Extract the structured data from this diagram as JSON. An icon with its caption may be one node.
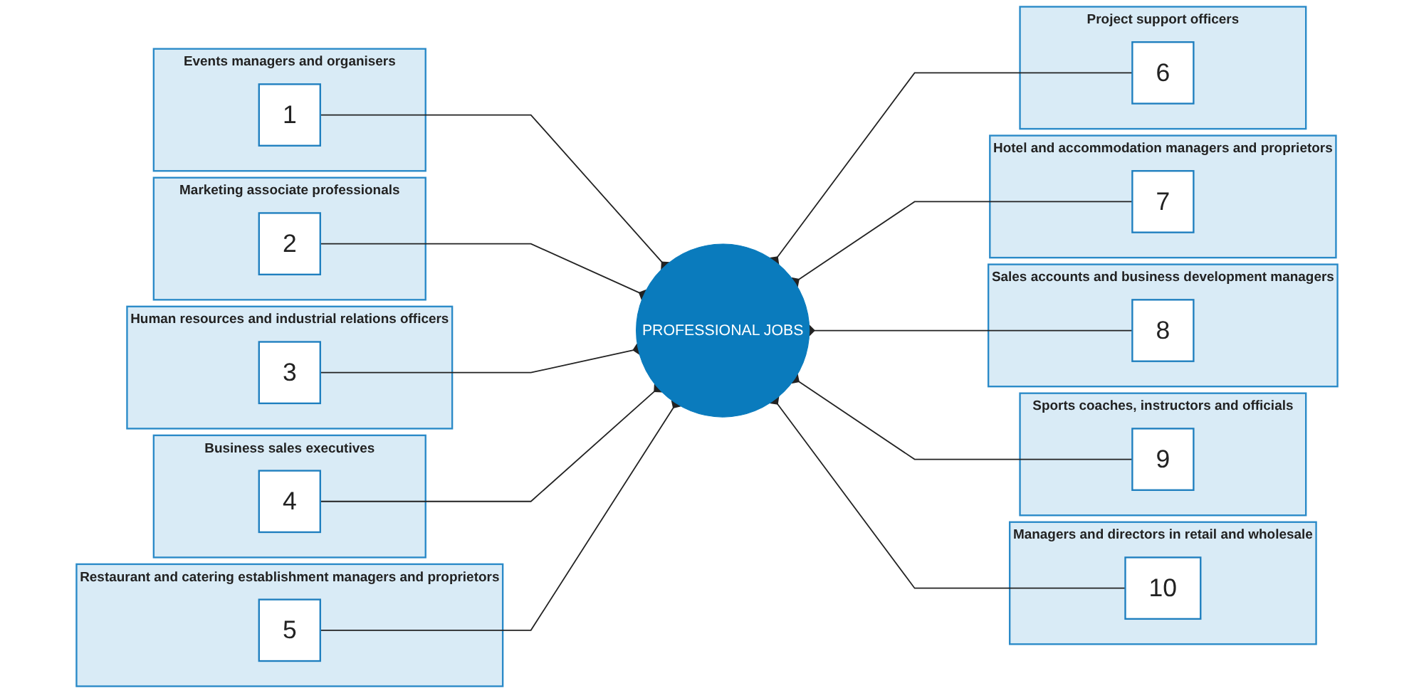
{
  "diagram": {
    "nodes": [
      {
        "text": [
          "Events managers and organisers"
        ]
      },
      {
        "text": [
          "1"
        ],
        "in": 0
      },
      {
        "text": [
          "Marketing associate professionals"
        ]
      },
      {
        "text": [
          "2"
        ],
        "in": 2
      },
      {
        "text": [
          "Human resources and industrial relations officers"
        ]
      },
      {
        "text": [
          "3"
        ],
        "in": 4
      },
      {
        "text": [
          "Business sales executives"
        ]
      },
      {
        "text": [
          "4"
        ],
        "in": 6
      },
      {
        "text": [
          "Restaurant and catering establishment managers and proprietors"
        ]
      },
      {
        "text": [
          "5"
        ],
        "in": 8
      },
      {
        "text": [
          "PROFESSIONAL JOBS"
        ]
      },
      {
        "text": [
          "Project support officers"
        ]
      },
      {
        "text": [
          "6"
        ],
        "in": 11
      },
      {
        "text": [
          "Hotel and accommodation managers and proprietors"
        ]
      },
      {
        "text": [
          "7"
        ],
        "in": 13
      },
      {
        "text": [
          "Sales accounts and business development managers"
        ]
      },
      {
        "text": [
          "8"
        ],
        "in": 15
      },
      {
        "text": [
          "Sports coaches, instructors and officials"
        ]
      },
      {
        "text": [
          "9"
        ],
        "in": 17
      },
      {
        "text": [
          "Managers and directors in retail and wholesale"
        ]
      },
      {
        "text": [
          "10"
        ],
        "in": 19
      }
    ],
    "edges": [
      {
        "from": 1,
        "to": 10,
        "arrow": "other"
      },
      {
        "from": 3,
        "to": 10,
        "arrow": "other"
      },
      {
        "from": 5,
        "to": 10,
        "arrow": "other"
      },
      {
        "from": 7,
        "to": 10,
        "arrow": "other"
      },
      {
        "from": 9,
        "to": 10,
        "arrow": "other"
      },
      {
        "from": 12,
        "to": 10,
        "arrow": "other"
      },
      {
        "from": 14,
        "to": 10,
        "arrow": "other"
      },
      {
        "from": 16,
        "to": 10,
        "arrow": "other"
      },
      {
        "from": 18,
        "to": 10,
        "arrow": "other"
      },
      {
        "from": 20,
        "to": 10,
        "arrow": "other"
      }
    ]
  }
}
